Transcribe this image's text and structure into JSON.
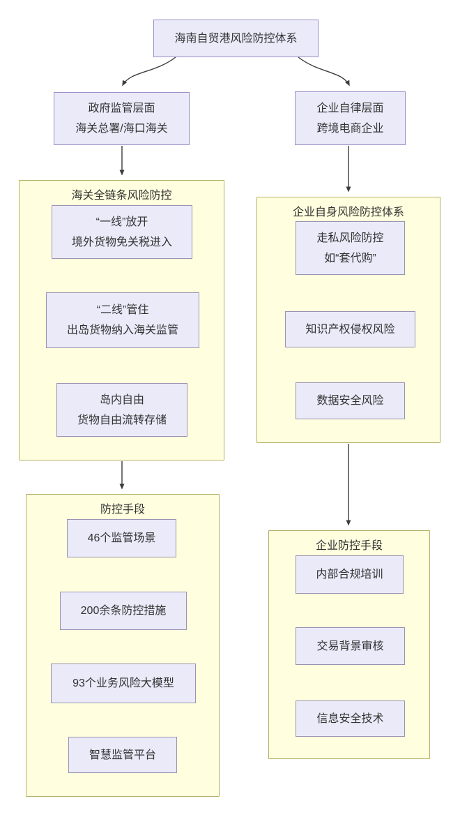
{
  "diagram": {
    "root": {
      "label": "海南自贸港风险防控体系"
    },
    "government": {
      "line1": "政府监管层面",
      "line2": "海关总署/海口海关"
    },
    "enterprise": {
      "line1": "企业自律层面",
      "line2": "跨境电商企业"
    },
    "customs_chain": {
      "title": "海关全链条风险防控",
      "box1": {
        "line1": "“一线”放开",
        "line2": "境外货物免关税进入"
      },
      "box2": {
        "line1": "“二线”管住",
        "line2": "出岛货物纳入海关监管"
      },
      "box3": {
        "line1": "岛内自由",
        "line2": "货物自由流转存储"
      }
    },
    "enterprise_risk": {
      "title": "企业自身风险防控体系",
      "box1": {
        "line1": "走私风险防控",
        "line2": "如“套代购”"
      },
      "box2": {
        "label": "知识产权侵权风险"
      },
      "box3": {
        "label": "数据安全风险"
      }
    },
    "control_measures": {
      "title": "防控手段",
      "box1": {
        "label": "46个监管场景"
      },
      "box2": {
        "label": "200余条防控措施"
      },
      "box3": {
        "label": "93个业务风险大模型"
      },
      "box4": {
        "label": "智慧监管平台"
      }
    },
    "enterprise_measures": {
      "title": "企业防控手段",
      "box1": {
        "label": "内部合规培训"
      },
      "box2": {
        "label": "交易背景审核"
      },
      "box3": {
        "label": "信息安全技术"
      }
    }
  },
  "colors": {
    "node_fill": "#eaeaf9",
    "node_border": "#9b8fc7",
    "inner_box_border": "#9a93b2",
    "container_fill": "#ffffdf",
    "container_border": "#b2b066",
    "arrow": "#3c3c3c",
    "text": "#333333",
    "background": "#ffffff"
  }
}
